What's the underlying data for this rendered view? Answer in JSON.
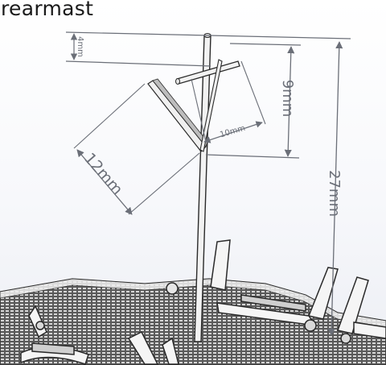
{
  "title": "rearmast",
  "dimensions": {
    "top_offset": "4mm",
    "arm_height": "9mm",
    "arm_width": "10mm",
    "panel_length": "12mm",
    "mast_height": "27mm"
  },
  "colors": {
    "dimension_line": "#6b6f78",
    "background": "#f7f8fb",
    "model_stroke": "#3a3a3a"
  }
}
